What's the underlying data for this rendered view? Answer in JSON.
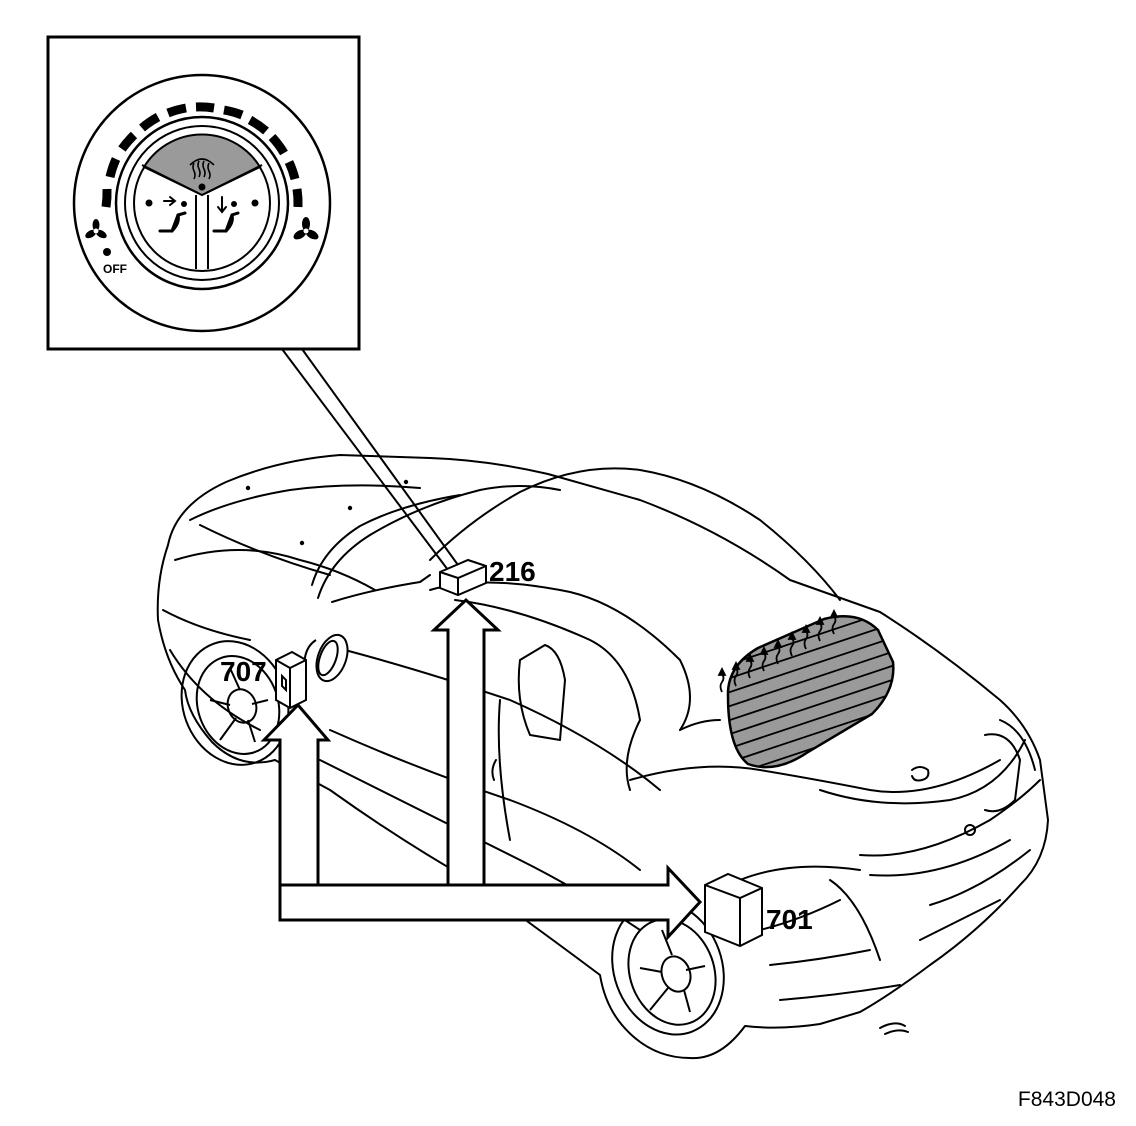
{
  "inset": {
    "off_label": "OFF",
    "icons": [
      "defrost-icon",
      "fan-icon",
      "air-to-face-icon",
      "air-to-feet-icon"
    ],
    "highlight_color": "#9a9a9a",
    "rear_window_fill": "#9a9a9a"
  },
  "callouts": {
    "c216": "216",
    "c707": "707",
    "c701": "701"
  },
  "figure_id": "F843D048"
}
